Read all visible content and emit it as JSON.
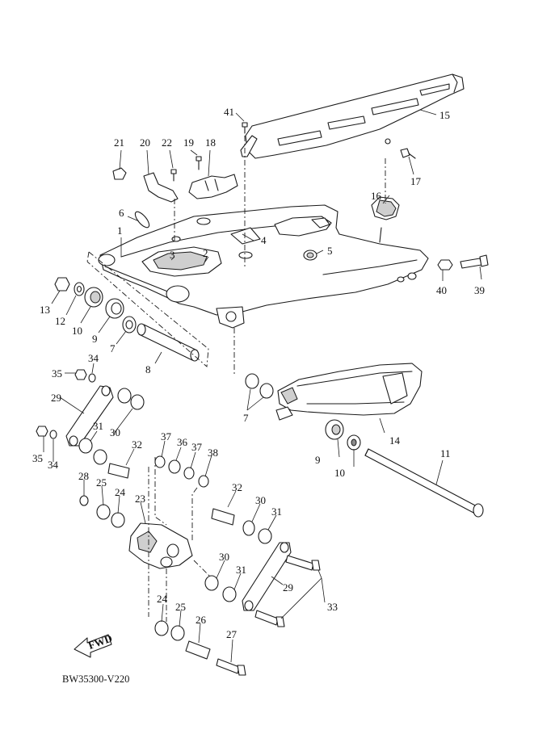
{
  "diagram": {
    "drawing_code": "BW35300-V220",
    "fwd_badge": "FWD",
    "callouts": [
      {
        "id": "41",
        "label": "41"
      },
      {
        "id": "15",
        "label": "15"
      },
      {
        "id": "17",
        "label": "17"
      },
      {
        "id": "21",
        "label": "21"
      },
      {
        "id": "20",
        "label": "20"
      },
      {
        "id": "22",
        "label": "22"
      },
      {
        "id": "19",
        "label": "19"
      },
      {
        "id": "18",
        "label": "18"
      },
      {
        "id": "16",
        "label": "16"
      },
      {
        "id": "6",
        "label": "6"
      },
      {
        "id": "4",
        "label": "4"
      },
      {
        "id": "5",
        "label": "5"
      },
      {
        "id": "1",
        "label": "1"
      },
      {
        "id": "3",
        "label": "3"
      },
      {
        "id": "2",
        "label": "2"
      },
      {
        "id": "40",
        "label": "40"
      },
      {
        "id": "39",
        "label": "39"
      },
      {
        "id": "13",
        "label": "13"
      },
      {
        "id": "12",
        "label": "12"
      },
      {
        "id": "10a",
        "label": "10"
      },
      {
        "id": "9a",
        "label": "9"
      },
      {
        "id": "7a",
        "label": "7"
      },
      {
        "id": "8",
        "label": "8"
      },
      {
        "id": "34a",
        "label": "34"
      },
      {
        "id": "35a",
        "label": "35"
      },
      {
        "id": "29a",
        "label": "29"
      },
      {
        "id": "7b",
        "label": "7"
      },
      {
        "id": "14",
        "label": "14"
      },
      {
        "id": "31a",
        "label": "31"
      },
      {
        "id": "30a",
        "label": "30"
      },
      {
        "id": "35b",
        "label": "35"
      },
      {
        "id": "34b",
        "label": "34"
      },
      {
        "id": "32a",
        "label": "32"
      },
      {
        "id": "37a",
        "label": "37"
      },
      {
        "id": "36",
        "label": "36"
      },
      {
        "id": "37b",
        "label": "37"
      },
      {
        "id": "38",
        "label": "38"
      },
      {
        "id": "9b",
        "label": "9"
      },
      {
        "id": "10b",
        "label": "10"
      },
      {
        "id": "11",
        "label": "11"
      },
      {
        "id": "28",
        "label": "28"
      },
      {
        "id": "25a",
        "label": "25"
      },
      {
        "id": "24a",
        "label": "24"
      },
      {
        "id": "23",
        "label": "23"
      },
      {
        "id": "32b",
        "label": "32"
      },
      {
        "id": "30b",
        "label": "30"
      },
      {
        "id": "31b",
        "label": "31"
      },
      {
        "id": "30c",
        "label": "30"
      },
      {
        "id": "31c",
        "label": "31"
      },
      {
        "id": "29b",
        "label": "29"
      },
      {
        "id": "33",
        "label": "33"
      },
      {
        "id": "24b",
        "label": "24"
      },
      {
        "id": "25b",
        "label": "25"
      },
      {
        "id": "26",
        "label": "26"
      },
      {
        "id": "27",
        "label": "27"
      }
    ]
  }
}
